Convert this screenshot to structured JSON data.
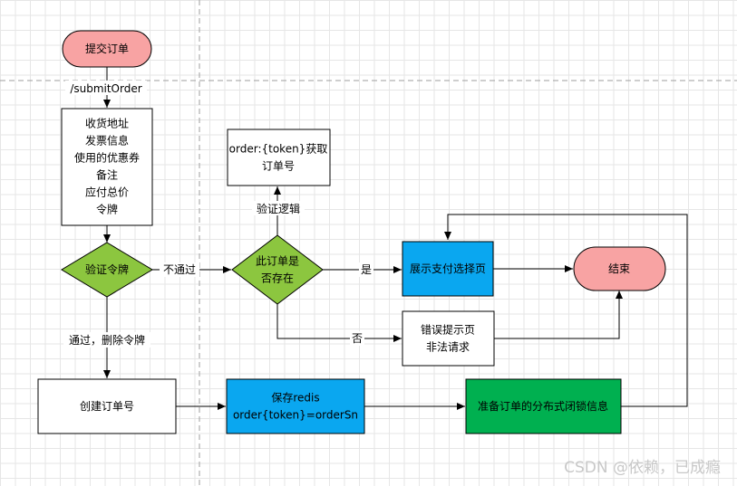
{
  "nodes": {
    "submit_order": {
      "lines": [
        "提交订单"
      ],
      "fill": "#f8a3a3"
    },
    "order_info": {
      "lines": [
        "收货地址",
        "发票信息",
        "使用的优惠券",
        "备注",
        "应付总价",
        "令牌"
      ],
      "fill": "#ffffff"
    },
    "verify_token": {
      "lines": [
        "验证令牌"
      ],
      "fill": "#8cc63f"
    },
    "create_order_no": {
      "lines": [
        "创建订单号"
      ],
      "fill": "#ffffff"
    },
    "save_redis": {
      "lines": [
        "保存redis",
        "order{token}=orderSn"
      ],
      "fill": "#0aa7f0"
    },
    "prepare_lock": {
      "lines": [
        "准备订单的分布式闭锁信息"
      ],
      "fill": "#00b050"
    },
    "order_exists": {
      "lines": [
        "此订单是",
        "否存在"
      ],
      "fill": "#8cc63f"
    },
    "get_order_no": {
      "lines": [
        "order:{token}获取",
        "订单号"
      ],
      "fill": "#ffffff"
    },
    "show_payment": {
      "lines": [
        "展示支付选择页"
      ],
      "fill": "#0aa7f0"
    },
    "error_page": {
      "lines": [
        "错误提示页",
        "非法请求"
      ],
      "fill": "#ffffff"
    },
    "end": {
      "lines": [
        "结束"
      ],
      "fill": "#f8a3a3"
    }
  },
  "edge_labels": {
    "submit_path": "/submitOrder",
    "pass": "通过，删除令牌",
    "fail": "不通过",
    "verify_logic": "验证逻辑",
    "yes": "是",
    "no": "否"
  },
  "watermark": "CSDN @依赖，已成瘾"
}
